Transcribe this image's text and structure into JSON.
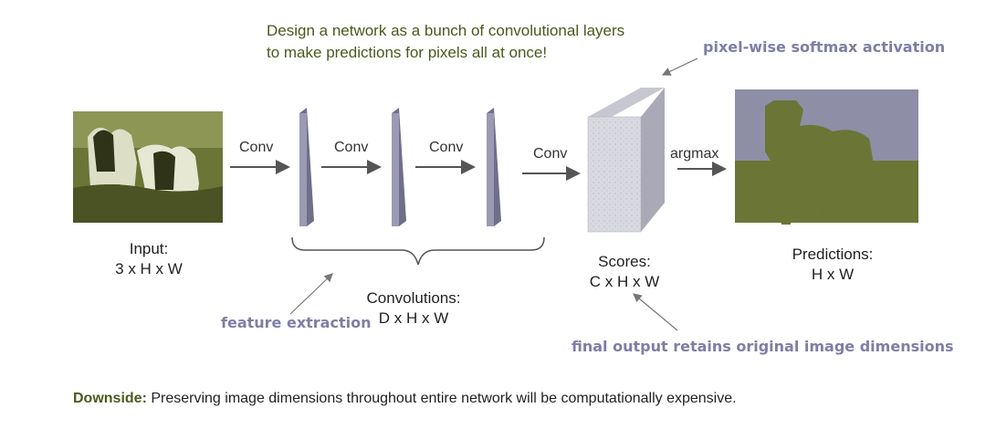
{
  "title_lines": [
    "Design a network as a bunch of convolutional layers",
    "to  make predictions for pixels all at once!"
  ],
  "annotations": {
    "softmax": "pixel-wise softmax activation",
    "feature": "feature extraction",
    "final": "final output retains original image dimensions"
  },
  "labels": {
    "input_name": "Input:",
    "input_dims": "3 x H x W",
    "conv_name": "Convolutions:",
    "conv_dims": "D x H x W",
    "scores_name": "Scores:",
    "scores_dims": "C x H x W",
    "pred_name": "Predictions:",
    "pred_dims": "H x W"
  },
  "ops": {
    "conv1": "Conv",
    "conv2": "Conv",
    "conv3": "Conv",
    "conv4": "Conv",
    "argmax": "argmax"
  },
  "footer": {
    "prefix": "Downside:",
    "text": " Preserving image dimensions throughout entire network will be computationally expensive."
  },
  "colors": {
    "olive": "#6b7536",
    "slate": "#8a8aa8",
    "layer_face": "#9a9ab2",
    "annotation": "#7e7ea6"
  }
}
